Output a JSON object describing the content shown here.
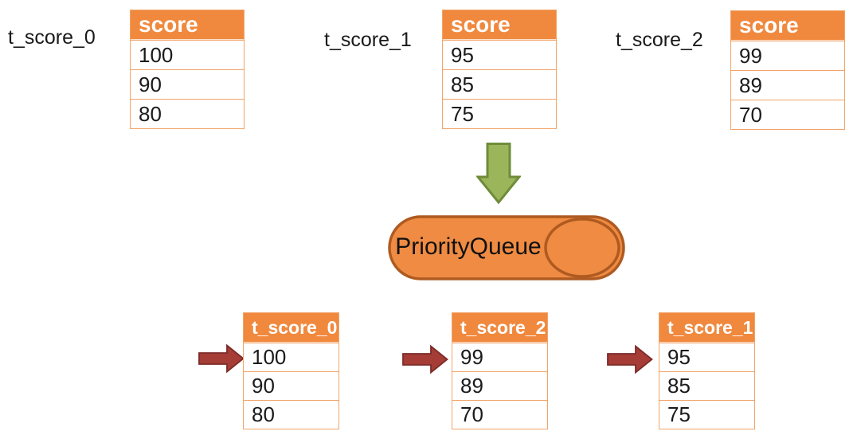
{
  "colors": {
    "table_header_bg": "#F0893E",
    "table_border": "#F2A469",
    "cylinder_fill": "#EF8B42",
    "cylinder_border": "#AE5A21",
    "green_arrow_fill": "#9BB55A",
    "green_arrow_border": "#6E8C3A",
    "red_arrow_fill": "#A53C36",
    "red_arrow_border": "#7C2B27",
    "text": "#1A1A1A"
  },
  "top_tables": [
    {
      "label": "t_score_0",
      "header": "score",
      "rows": [
        "100",
        "90",
        "80"
      ]
    },
    {
      "label": "t_score_1",
      "header": "score",
      "rows": [
        "95",
        "85",
        "75"
      ]
    },
    {
      "label": "t_score_2",
      "header": "score",
      "rows": [
        "99",
        "89",
        "70"
      ]
    }
  ],
  "queue": {
    "label": "PriorityQueue"
  },
  "bottom_tables": [
    {
      "header": "t_score_0",
      "rows": [
        "100",
        "90",
        "80"
      ]
    },
    {
      "header": "t_score_2",
      "rows": [
        "99",
        "89",
        "70"
      ]
    },
    {
      "header": "t_score_1",
      "rows": [
        "95",
        "85",
        "75"
      ]
    }
  ]
}
